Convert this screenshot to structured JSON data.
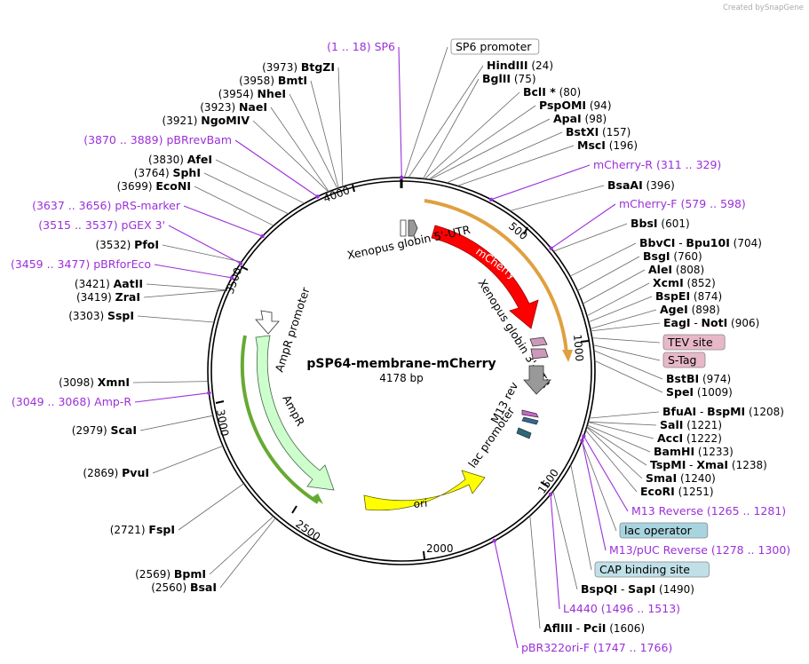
{
  "credit": "Created by",
  "credit_brand": "SnapGene",
  "title": "pSP64-membrane-mCherry",
  "subtitle": "4178 bp",
  "ticks": [
    "500",
    "1000",
    "1500",
    "2000",
    "2500",
    "3000",
    "3500",
    "4000"
  ],
  "labels": [
    {
      "name": "SP6",
      "range": "(1 .. 18)",
      "kind": "primer",
      "bp": 1
    },
    {
      "name": "SP6 promoter",
      "kind": "box",
      "bp": 10
    },
    {
      "name": "HindIII",
      "pos": "(24)",
      "kind": "enzyme",
      "bp": 24
    },
    {
      "name": "BglII",
      "pos": "(75)",
      "kind": "enzyme",
      "bp": 75
    },
    {
      "name": "BclI *",
      "pos": "(80)",
      "kind": "enzyme",
      "bp": 80
    },
    {
      "name": "PspOMI",
      "pos": "(94)",
      "kind": "enzyme",
      "bp": 94
    },
    {
      "name": "ApaI",
      "pos": "(98)",
      "kind": "enzyme",
      "bp": 98
    },
    {
      "name": "BstXI",
      "pos": "(157)",
      "kind": "enzyme",
      "bp": 157
    },
    {
      "name": "MscI",
      "pos": "(196)",
      "kind": "enzyme",
      "bp": 196
    },
    {
      "name": "mCherry-R",
      "range": "(311 .. 329)",
      "kind": "primer",
      "bp": 320
    },
    {
      "name": "BsaAI",
      "pos": "(396)",
      "kind": "enzyme",
      "bp": 396
    },
    {
      "name": "mCherry-F",
      "range": "(579 .. 598)",
      "kind": "primer",
      "bp": 588
    },
    {
      "name": "BbsI",
      "pos": "(601)",
      "kind": "enzyme",
      "bp": 601
    },
    {
      "name": "BbvCI",
      "name2": "Bpu10I",
      "pos": "(704)",
      "kind": "enzyme",
      "bp": 704
    },
    {
      "name": "BsgI",
      "pos": "(760)",
      "kind": "enzyme",
      "bp": 760
    },
    {
      "name": "AleI",
      "pos": "(808)",
      "kind": "enzyme",
      "bp": 808
    },
    {
      "name": "XcmI",
      "pos": "(852)",
      "kind": "enzyme",
      "bp": 852
    },
    {
      "name": "BspEI",
      "pos": "(874)",
      "kind": "enzyme",
      "bp": 874
    },
    {
      "name": "AgeI",
      "pos": "(898)",
      "kind": "enzyme",
      "bp": 898
    },
    {
      "name": "EagI",
      "name2": "NotI",
      "pos": "(906)",
      "kind": "enzyme",
      "bp": 906
    },
    {
      "name": "TEV site",
      "kind": "box",
      "bp": 930
    },
    {
      "name": "S-Tag",
      "kind": "box",
      "bp": 955
    },
    {
      "name": "BstBI",
      "pos": "(974)",
      "kind": "enzyme",
      "bp": 974
    },
    {
      "name": "SpeI",
      "pos": "(1009)",
      "kind": "enzyme",
      "bp": 1009
    },
    {
      "name": "BfuAI",
      "name2": "BspMI",
      "pos": "(1208)",
      "kind": "enzyme",
      "bp": 1208
    },
    {
      "name": "SalI",
      "pos": "(1221)",
      "kind": "enzyme",
      "bp": 1221
    },
    {
      "name": "AccI",
      "pos": "(1222)",
      "kind": "enzyme",
      "bp": 1222
    },
    {
      "name": "BamHI",
      "pos": "(1233)",
      "kind": "enzyme",
      "bp": 1233
    },
    {
      "name": "TspMI",
      "name2": "XmaI",
      "pos": "(1238)",
      "kind": "enzyme",
      "bp": 1238
    },
    {
      "name": "SmaI",
      "pos": "(1240)",
      "kind": "enzyme",
      "bp": 1240
    },
    {
      "name": "EcoRI",
      "pos": "(1251)",
      "kind": "enzyme",
      "bp": 1251
    },
    {
      "name": "M13 Reverse",
      "range": "(1265 .. 1281)",
      "kind": "primer",
      "bp": 1273
    },
    {
      "name": "lac operator",
      "kind": "box",
      "bp": 1290
    },
    {
      "name": "M13/pUC Reverse",
      "range": "(1278 .. 1300)",
      "kind": "primer",
      "bp": 1289
    },
    {
      "name": "CAP binding site",
      "kind": "box",
      "bp": 1380
    },
    {
      "name": "BspQI",
      "name2": "SapI",
      "pos": "(1490)",
      "kind": "enzyme",
      "bp": 1490
    },
    {
      "name": "L4440",
      "range": "(1496 .. 1513)",
      "kind": "primer",
      "bp": 1504
    },
    {
      "name": "AflIII",
      "name2": "PciI",
      "pos": "(1606)",
      "kind": "enzyme",
      "bp": 1606
    },
    {
      "name": "pBR322ori-F",
      "range": "(1747 .. 1766)",
      "kind": "primer",
      "bp": 1756
    },
    {
      "name": "BsaI",
      "pos": "(2560)",
      "kind": "enzyme",
      "bp": 2560
    },
    {
      "name": "BpmI",
      "pos": "(2569)",
      "kind": "enzyme",
      "bp": 2569
    },
    {
      "name": "FspI",
      "pos": "(2721)",
      "kind": "enzyme",
      "bp": 2721
    },
    {
      "name": "PvuI",
      "pos": "(2869)",
      "kind": "enzyme",
      "bp": 2869
    },
    {
      "name": "ScaI",
      "pos": "(2979)",
      "kind": "enzyme",
      "bp": 2979
    },
    {
      "name": "Amp-R",
      "range": "(3049 .. 3068)",
      "kind": "primer",
      "bp": 3058
    },
    {
      "name": "XmnI",
      "pos": "(3098)",
      "kind": "enzyme",
      "bp": 3098
    },
    {
      "name": "SspI",
      "pos": "(3303)",
      "kind": "enzyme",
      "bp": 3303
    },
    {
      "name": "ZraI",
      "pos": "(3419)",
      "kind": "enzyme",
      "bp": 3419
    },
    {
      "name": "AatII",
      "pos": "(3421)",
      "kind": "enzyme",
      "bp": 3421
    },
    {
      "name": "pBRforEco",
      "range": "(3459 .. 3477)",
      "kind": "primer",
      "bp": 3468
    },
    {
      "name": "PfoI",
      "pos": "(3532)",
      "kind": "enzyme",
      "bp": 3532
    },
    {
      "name": "pGEX 3'",
      "range": "(3515 .. 3537)",
      "kind": "primer",
      "bp": 3526
    },
    {
      "name": "pRS-marker",
      "range": "(3637 .. 3656)",
      "kind": "primer",
      "bp": 3646
    },
    {
      "name": "EcoNI",
      "pos": "(3699)",
      "kind": "enzyme",
      "bp": 3699
    },
    {
      "name": "SphI",
      "pos": "(3764)",
      "kind": "enzyme",
      "bp": 3764
    },
    {
      "name": "AfeI",
      "pos": "(3830)",
      "kind": "enzyme",
      "bp": 3830
    },
    {
      "name": "pBRrevBam",
      "range": "(3870 .. 3889)",
      "kind": "primer",
      "bp": 3880
    },
    {
      "name": "NgoMIV",
      "pos": "(3921)",
      "kind": "enzyme",
      "bp": 3921
    },
    {
      "name": "NaeI",
      "pos": "(3923)",
      "kind": "enzyme",
      "bp": 3923
    },
    {
      "name": "NheI",
      "pos": "(3954)",
      "kind": "enzyme",
      "bp": 3954
    },
    {
      "name": "BmtI",
      "pos": "(3958)",
      "kind": "enzyme",
      "bp": 3958
    },
    {
      "name": "BtgZI",
      "pos": "(3973)",
      "kind": "enzyme",
      "bp": 3973
    }
  ],
  "features": [
    {
      "name": "Xenopus globin 5'-UTR",
      "color": "#ffffff"
    },
    {
      "name": "mCherry",
      "color": "#ff0000"
    },
    {
      "name": "Xenopus globin 3'-UTR",
      "color": "#999999"
    },
    {
      "name": "M13 rev",
      "color": "#cc66cc"
    },
    {
      "name": "lac promoter",
      "color": "#2a6a7a"
    },
    {
      "name": "AmpR promoter",
      "color": "#ffffff"
    },
    {
      "name": "AmpR",
      "color": "#ccffcc"
    },
    {
      "name": "ori",
      "color": "#ffff00"
    }
  ],
  "colors": {
    "primer": "#9b30d9",
    "tev_box": "#e8b8c8",
    "lac_box": "#a8d4e0",
    "cap_box": "#c0e0e8",
    "mcherry_outline": "#e0a040",
    "ampr_outline": "#66aa33"
  }
}
